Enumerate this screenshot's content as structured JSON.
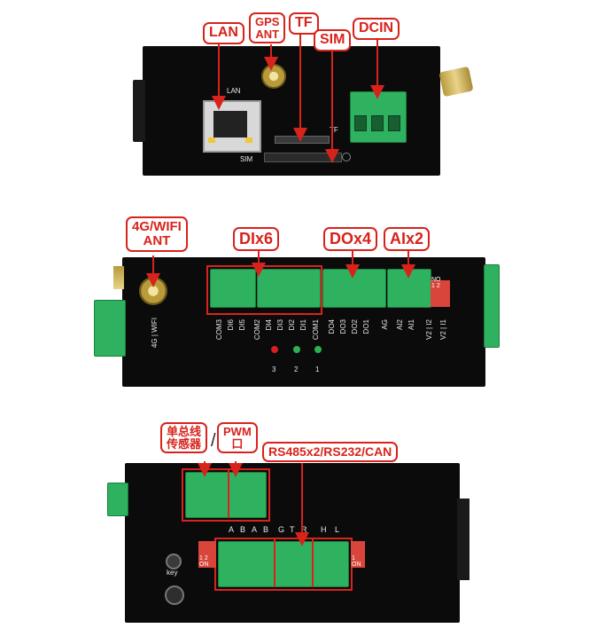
{
  "panel1": {
    "callouts": {
      "lan": "LAN",
      "gps_ant": "GPS\nANT",
      "tf": "TF",
      "sim": "SIM",
      "dcin": "DCIN"
    },
    "silk": {
      "lan": "LAN",
      "sim": "SIM",
      "tf": "TF"
    }
  },
  "panel2": {
    "callouts": {
      "ant": "4G/WIFI\nANT",
      "di": "DIx6",
      "do": "DOx4",
      "ai": "AIx2"
    },
    "side_label": "4G | WIFI",
    "pins": [
      "COM3",
      "DI6",
      "DI5",
      "COM2",
      "DI4",
      "DI3",
      "DI2",
      "DI1",
      "COM1",
      "DO4",
      "DO3",
      "DO2",
      "DO1",
      "AG",
      "AI2",
      "AI1",
      "V2 | I2",
      "V2 | I1"
    ],
    "led_numbers": [
      "3",
      "2",
      "1"
    ],
    "switch_label": "NO\n1 2"
  },
  "panel3": {
    "callouts": {
      "sensor": "单总线\n传感器",
      "slash": "/",
      "pwm": "PWM\n口",
      "bus": "RS485x2/RS232/CAN"
    },
    "pins": [
      "A",
      "B",
      "A",
      "B",
      "G",
      "T",
      "R",
      "H",
      "L"
    ],
    "key": "key",
    "switch_left": "1 2\nON",
    "switch_right": "1\nON"
  },
  "colors": {
    "callout": "#d8231c",
    "panel": "#0b0b0b",
    "terminal": "#2fb25f"
  }
}
